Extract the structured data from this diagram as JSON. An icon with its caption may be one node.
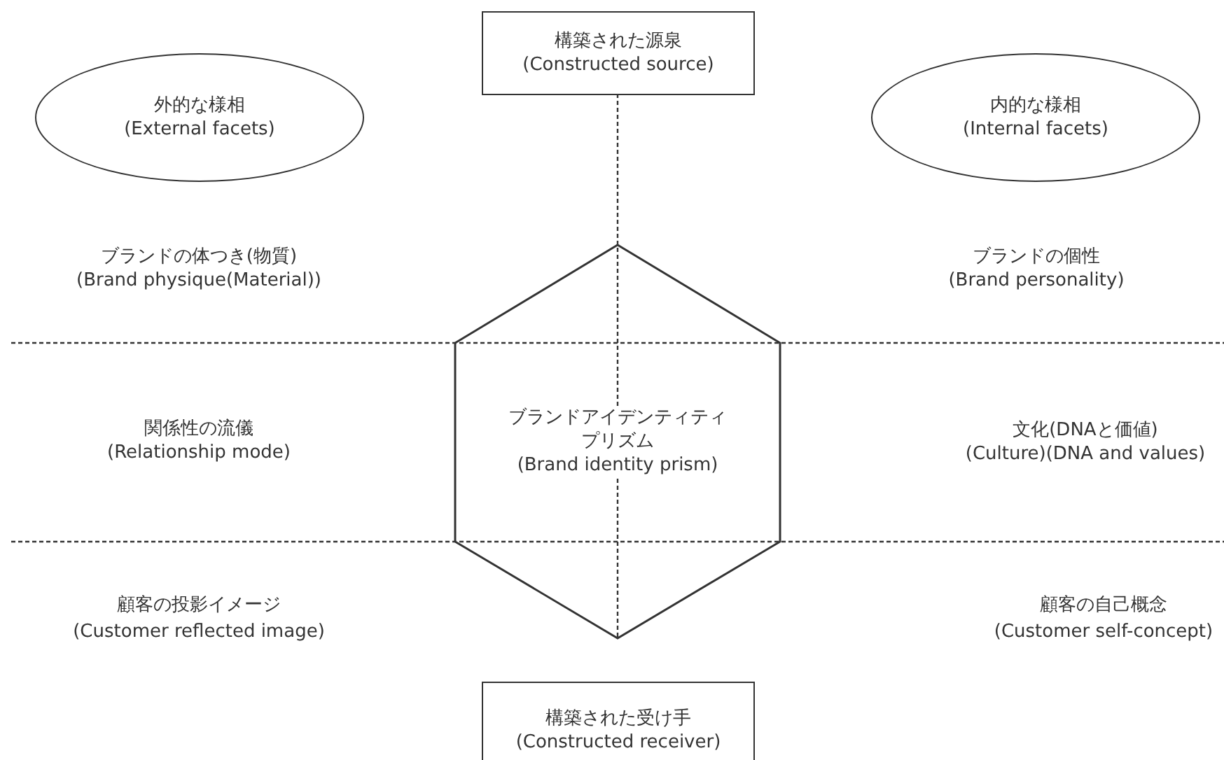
{
  "diagram": {
    "nodes": [
      {
        "text": [
          "構築された源泉",
          "(Constructed source)"
        ]
      },
      {
        "text": [
          "外的な様相",
          "(External facets)"
        ]
      },
      {
        "text": [
          "内的な様相",
          "(Internal facets)"
        ]
      },
      {
        "text": [
          "ブランドアイデンティティプリズム",
          "(Brand identity prism)"
        ]
      },
      {
        "text": [
          "構築された受け手",
          "(Constructed receiver)"
        ]
      }
    ],
    "labels": [
      "ブランドの体つき(物質)",
      "(Brand physique(Material))",
      "ブランドの個性",
      "(Brand personality)",
      "関係性の流儀",
      "(Relationship mode)",
      "文化(DNAと価値)",
      "(Culture)(DNA and values)",
      "顧客の投影イメージ",
      "(Customer reflected image)",
      "顧客の自己概念",
      "(Customer self-concept)"
    ]
  }
}
